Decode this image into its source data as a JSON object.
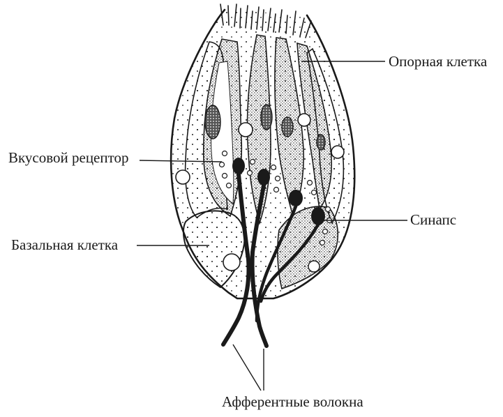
{
  "labels": {
    "support_cell": "Опорная клетка",
    "taste_receptor": "Вкусовой рецептор",
    "basal_cell": "Базальная клетка",
    "synapse": "Синапс",
    "afferent_fibers": "Афферентные волокна"
  },
  "colors": {
    "ink": "#1a1a1a",
    "background": "#ffffff"
  }
}
